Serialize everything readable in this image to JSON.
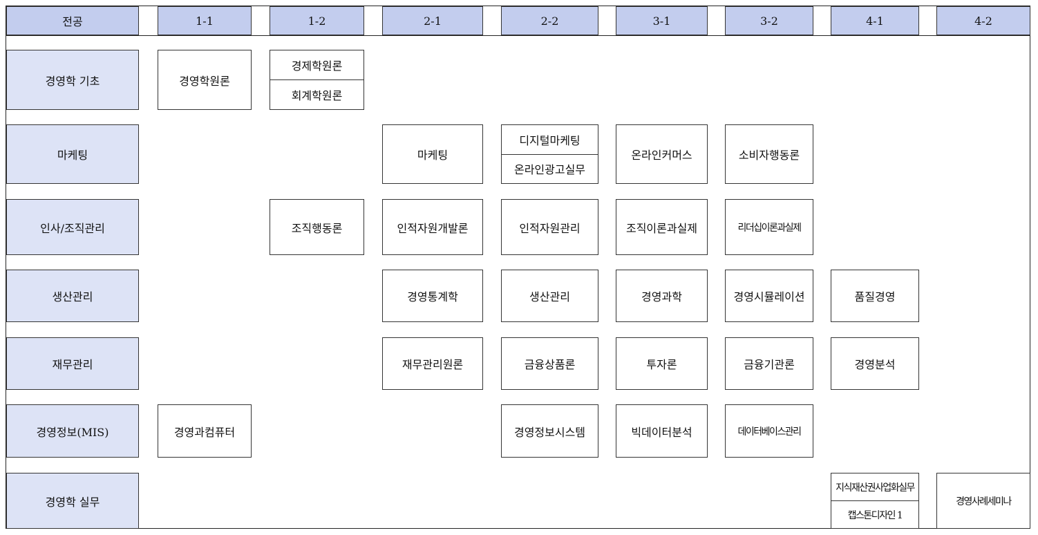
{
  "header": [
    "전공",
    "1-1",
    "1-2",
    "2-1",
    "2-2",
    "3-1",
    "3-2",
    "4-1",
    "4-2"
  ],
  "rows": [
    {
      "category": "경영학 기초",
      "courses": {
        "1-1": [
          "경영학원론"
        ],
        "1-2": [
          "경제학원론",
          "회계학원론"
        ]
      }
    },
    {
      "category": "마케팅",
      "courses": {
        "2-1": [
          "마케팅"
        ],
        "2-2": [
          "디지털마케팅",
          "온라인광고실무"
        ],
        "3-1": [
          "온라인커머스"
        ],
        "3-2": [
          "소비자행동론"
        ]
      }
    },
    {
      "category": "인사/조직관리",
      "courses": {
        "1-2": [
          "조직행동론"
        ],
        "2-1": [
          "인적자원개발론"
        ],
        "2-2": [
          "인적자원관리"
        ],
        "3-1": [
          "조직이론과실제"
        ],
        "3-2": [
          "리더십이론과실제"
        ]
      }
    },
    {
      "category": "생산관리",
      "courses": {
        "2-1": [
          "경영통계학"
        ],
        "2-2": [
          "생산관리"
        ],
        "3-1": [
          "경영과학"
        ],
        "3-2": [
          "경영시뮬레이션"
        ],
        "4-1": [
          "품질경영"
        ]
      }
    },
    {
      "category": "재무관리",
      "courses": {
        "2-1": [
          "재무관리원론"
        ],
        "2-2": [
          "금융상품론"
        ],
        "3-1": [
          "투자론"
        ],
        "3-2": [
          "금융기관론"
        ],
        "4-1": [
          "경영분석"
        ]
      }
    },
    {
      "category": "경영정보(MIS)",
      "courses": {
        "1-1": [
          "경영과컴퓨터"
        ],
        "2-2": [
          "경영정보시스템"
        ],
        "3-1": [
          "빅데이터분석"
        ],
        "3-2": [
          "데이터베이스관리"
        ]
      }
    },
    {
      "category": "경영학 실무",
      "courses": {
        "4-1": [
          "지식재산권사업화실무",
          "캡스톤디자인 1"
        ],
        "4-2": [
          "경영사례세미나"
        ]
      }
    }
  ]
}
